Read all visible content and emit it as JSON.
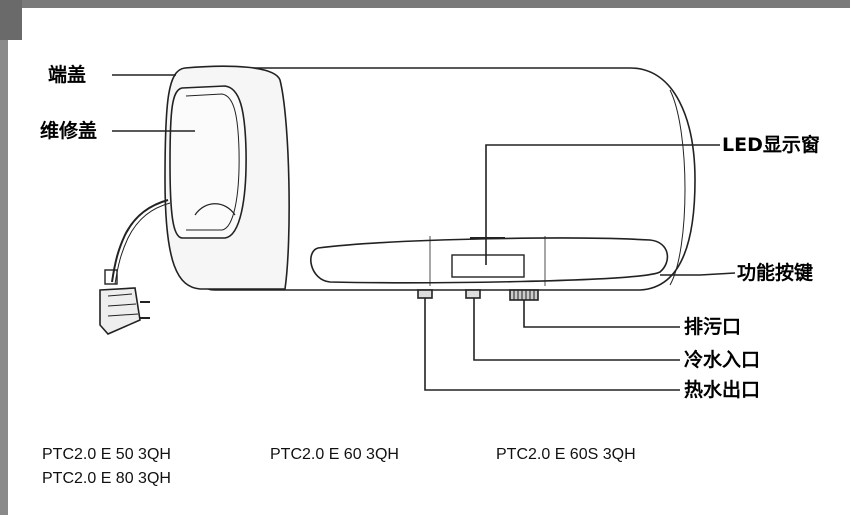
{
  "labels": {
    "end_cap": "端盖",
    "service_cover": "维修盖",
    "led_window": "LED显示窗",
    "function_keys": "功能按键",
    "drain_outlet": "排污口",
    "cold_water_inlet": "冷水入口",
    "hot_water_outlet": "热水出口"
  },
  "models": [
    "PTC2.0 E 50 3QH",
    "PTC2.0 E 60 3QH",
    "PTC2.0 E 60S 3QH",
    "PTC2.0 E 80 3QH"
  ],
  "colors": {
    "frame": "#7a7a7a",
    "line": "#222222"
  }
}
